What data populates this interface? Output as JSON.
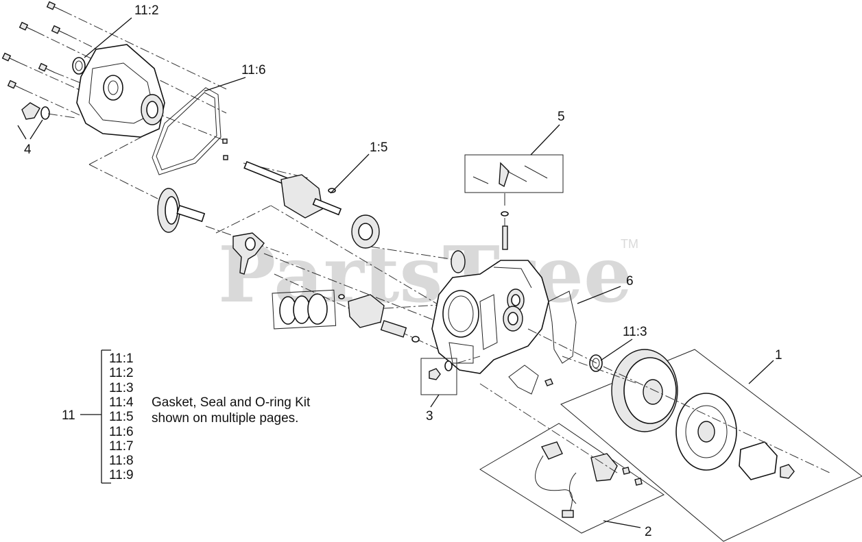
{
  "watermark": {
    "text": "PartsTree",
    "trademark": "TM"
  },
  "callouts": {
    "c_11_2": "11:2",
    "c_11_6": "11:6",
    "c_4": "4",
    "c_1_5": "1:5",
    "c_5": "5",
    "c_6": "6",
    "c_11_3": "11:3",
    "c_1": "1",
    "c_3": "3",
    "c_2": "2",
    "c_11": "11"
  },
  "kit": {
    "items": [
      "11:1",
      "11:2",
      "11:3",
      "11:4",
      "11:5",
      "11:6",
      "11:7",
      "11:8",
      "11:9"
    ],
    "note_line1": "Gasket, Seal and O-ring Kit",
    "note_line2": "shown on multiple pages."
  }
}
